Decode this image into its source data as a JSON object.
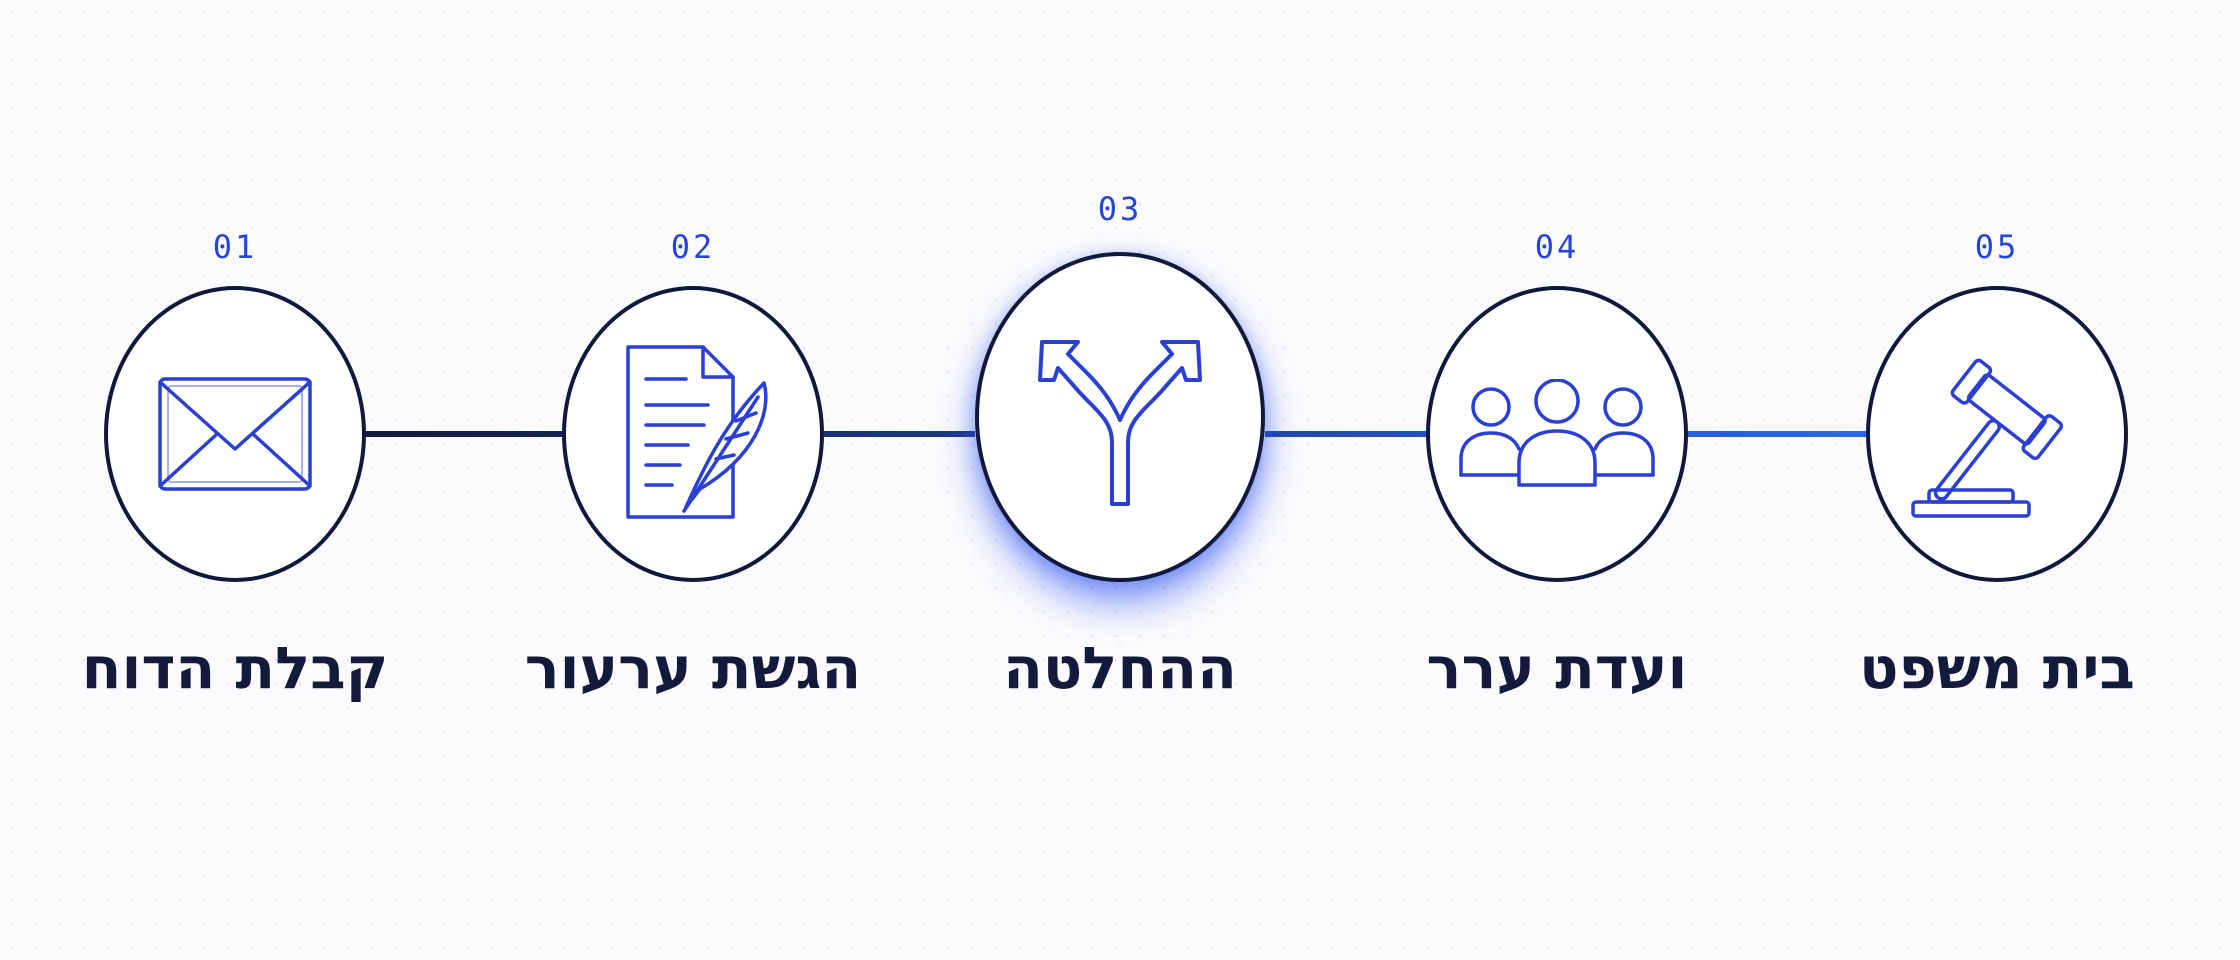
{
  "steps": [
    {
      "number": "01",
      "label": "קבלת הדוח",
      "icon": "envelope-icon"
    },
    {
      "number": "02",
      "label": "הגשת ערעור",
      "icon": "document-quill-icon"
    },
    {
      "number": "03",
      "label": "ההחלטה",
      "icon": "split-arrows-icon",
      "active": true
    },
    {
      "number": "04",
      "label": "ועדת ערר",
      "icon": "committee-people-icon"
    },
    {
      "number": "05",
      "label": "בית משפט",
      "icon": "gavel-icon"
    }
  ],
  "colors": {
    "accent": "#2346d6",
    "icon_stroke": "#2a3fd4",
    "outline": "#11183d",
    "label": "#141a3c",
    "connector_start": "#141a3c",
    "connector_end": "#2b67ee"
  }
}
